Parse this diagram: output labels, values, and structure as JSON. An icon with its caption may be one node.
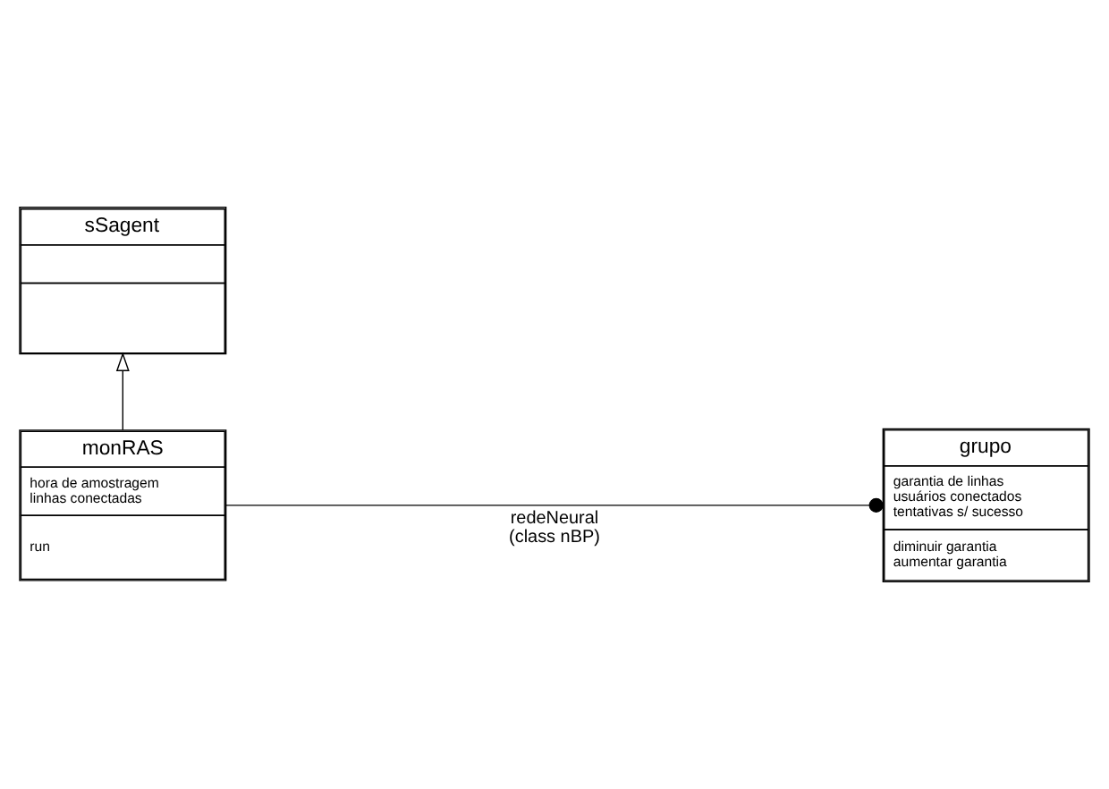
{
  "diagram": {
    "nodes": [
      {
        "text": [
          "sSagent"
        ]
      },
      {
        "text": [
          "grupo",
          "garantia de linhas usuários conectados tentativas s/ sucesso",
          "diminuir garantia aumentar garantia"
        ]
      },
      {
        "text": [
          "monRAS",
          "hora de amostragem linhas conectadas",
          "run"
        ]
      }
    ],
    "edges": [
      {
        "from": 2,
        "to": 0,
        "arrow": "to"
      },
      {
        "from": 1,
        "to": 2,
        "arrow": "other",
        "label": "redeNeural (class nBP)"
      }
    ]
  }
}
